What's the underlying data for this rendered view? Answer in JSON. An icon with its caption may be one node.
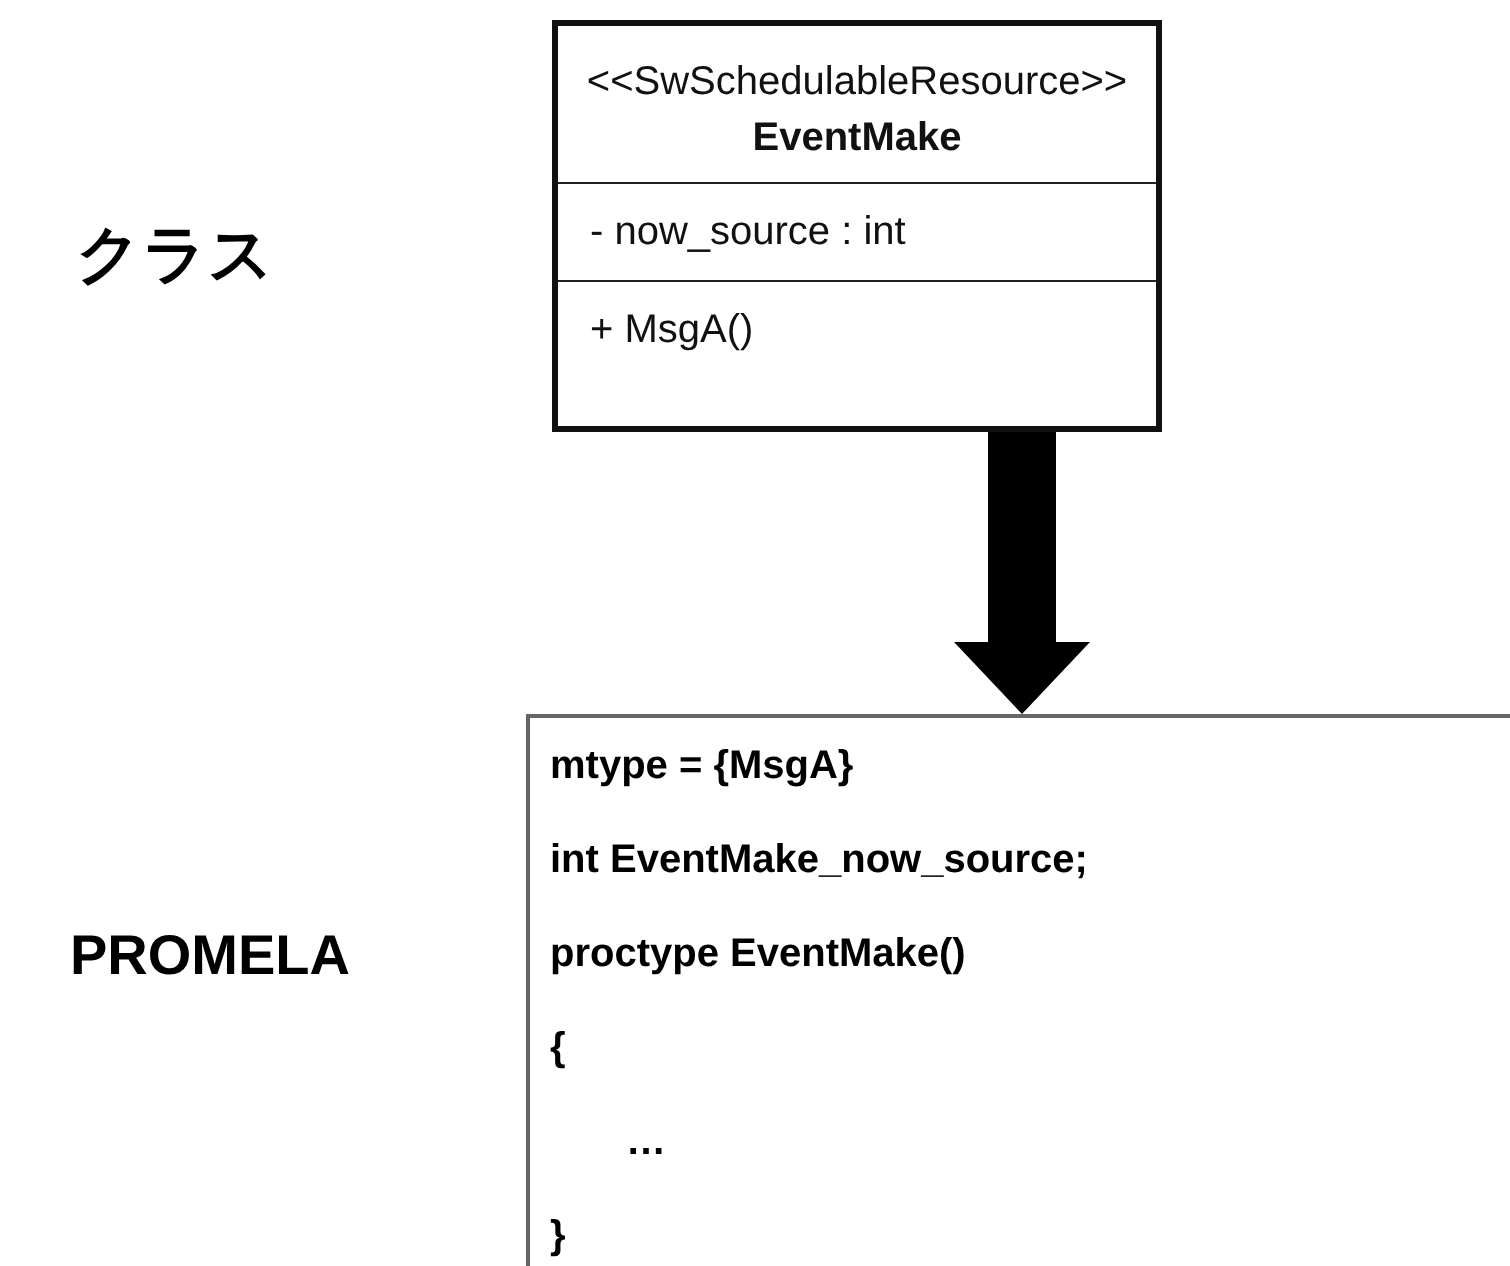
{
  "diagram": {
    "nodes": [
      {
        "text": [
          "<<SwSchedulableResource>>",
          "EventMake",
          "- now_source : int",
          "+ MsgA()"
        ]
      },
      {
        "text": [
          "mtype = {MsgA}",
          "int EventMake_now_source;",
          "proctype EventMake()",
          "{",
          "…",
          "}"
        ]
      }
    ],
    "edges": [
      {
        "from": 0,
        "to": 1,
        "arrow": "to"
      }
    ],
    "labels": [
      "クラス",
      "PROMELA"
    ]
  }
}
